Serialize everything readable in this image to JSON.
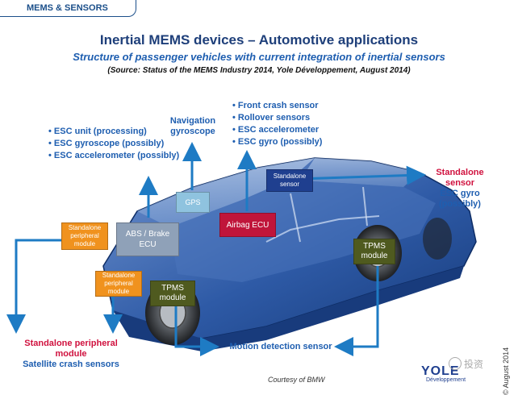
{
  "header": {
    "tag": "MEMS & SENSORS",
    "title": "Inertial MEMS devices – Automotive applications",
    "subtitle": "Structure of passenger vehicles with current integration of inertial sensors",
    "source": "(Source: Status of the MEMS Industry 2014, Yole Développement, August 2014)"
  },
  "callouts": {
    "left_list": [
      "ESC unit (processing)",
      "ESC gyroscope (possibly)",
      "ESC accelerometer (possibly)"
    ],
    "navigation": [
      "Navigation",
      "gyroscope"
    ],
    "front_list": [
      "Front crash sensor",
      "Rollover sensors",
      "ESC accelerometer",
      "ESC gyro (possibly)"
    ],
    "standalone_sensor": {
      "line1": "Standalone",
      "line2": "sensor",
      "line3": "ESC gyro",
      "line4": "(possibly)"
    },
    "peripheral": {
      "line1": "Standalone peripheral",
      "line2": "module",
      "line3": "Satellite crash sensors"
    },
    "motion": "Motion detection sensor"
  },
  "boxes": {
    "gps": "GPS",
    "abs_ecu": "ABS / Brake ECU",
    "airbag_ecu": "Airbag ECU",
    "standalone_sensor": "Standalone sensor",
    "periph_1": "Standalone peripheral module",
    "periph_2": "Standalone peripheral module",
    "tpms_front": "TPMS module",
    "tpms_rear": "TPMS module"
  },
  "footer": {
    "courtesy": "Courtesy of BMW",
    "copyright": "© August 2014",
    "logo": "YOLE",
    "logo_sub": "Développement",
    "watermark": "投资"
  },
  "colors": {
    "brand_blue": "#1e5eb0",
    "dark_blue": "#1e3f7a",
    "accent_red": "#d0123f",
    "orange": "#f0921e",
    "olive": "#4f5a1f",
    "navy_box": "#1f3f8f",
    "crimson_box": "#c0153a",
    "slate_box": "#8fa1b8",
    "teal_box": "#8fc3df"
  }
}
